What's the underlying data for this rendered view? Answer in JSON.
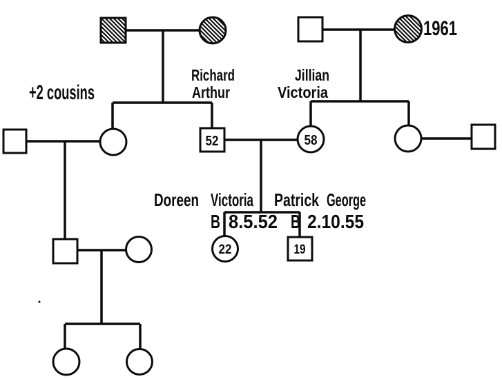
{
  "pedigree": {
    "colors": {
      "ink": "#0c0c0c",
      "background": "#ffffff"
    },
    "annotations": {
      "cousins_note": "+2 cousins",
      "death_year": "1961"
    },
    "generation2": {
      "father": {
        "first_name": "Richard",
        "middle_name": "Arthur",
        "age": "52"
      },
      "mother": {
        "first_name": "Jillian",
        "middle_name": "Victoria",
        "age": "58"
      }
    },
    "generation3": {
      "daughter": {
        "first_name": "Doreen",
        "middle_name": "Victoria",
        "birth_prefix": "B",
        "birth_date": "8.5.52",
        "age": "22"
      },
      "son": {
        "first_name": "Patrick",
        "middle_name": "George",
        "birth_prefix": "B",
        "birth_date": "2.10.55",
        "age": "19"
      }
    },
    "symbols": {
      "hatched_individuals": [
        "paternal-grandfather",
        "paternal-grandmother",
        "maternal-grandmother"
      ],
      "square_meaning_icon": "male-symbol",
      "circle_meaning_icon": "female-symbol"
    }
  }
}
